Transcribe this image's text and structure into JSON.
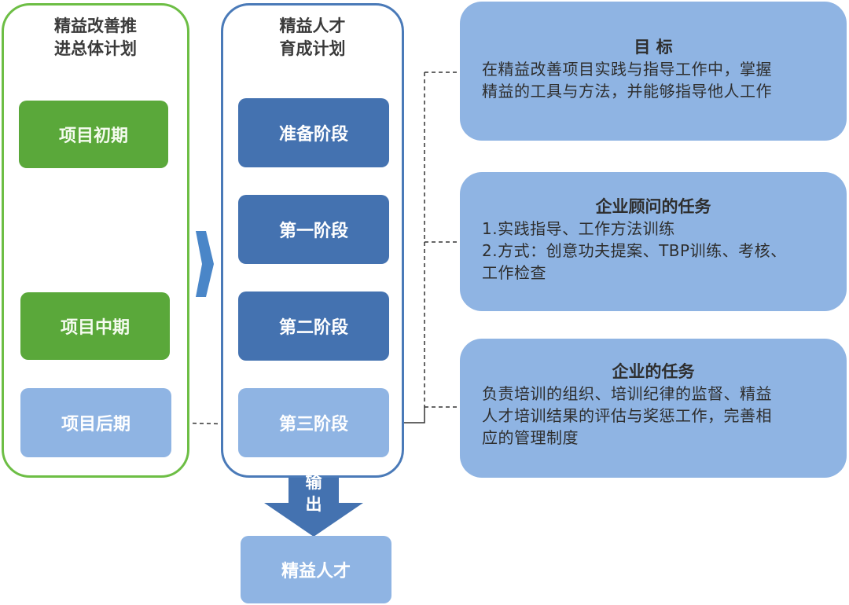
{
  "left_column": {
    "title_lines": [
      "精益改善推",
      "进总体计划"
    ],
    "boxes": [
      "项目初期",
      "项目中期",
      "项目后期"
    ]
  },
  "mid_column": {
    "title_lines": [
      "精益人才",
      "育成计划"
    ],
    "boxes": [
      "准备阶段",
      "第一阶段",
      "第二阶段",
      "第三阶段"
    ]
  },
  "output": {
    "label_lines": [
      "输",
      "出"
    ],
    "result": "精益人才"
  },
  "cards": [
    {
      "title": "目 标",
      "lines": [
        "在精益改善项目实践与指导工作中，掌握",
        "精益的工具与方法，并能够指导他人工作"
      ]
    },
    {
      "title": "企业顾问的任务",
      "lines": [
        "1.实践指导、工作方法训练",
        "2.方式：创意功夫提案、TBP训练、考核、",
        "工作检查"
      ]
    },
    {
      "title": "企业的任务",
      "lines": [
        "负责培训的组织、培训纪律的监督、精益",
        "人才培训结果的评估与奖惩工作，完善相",
        "应的管理制度"
      ]
    }
  ],
  "colors": {
    "green_frame": "#6dbe45",
    "green_box": "#5aa83a",
    "blue_frame": "#4a7ab8",
    "blue_dark": "#4472b0",
    "blue_light": "#8fb4e3"
  }
}
